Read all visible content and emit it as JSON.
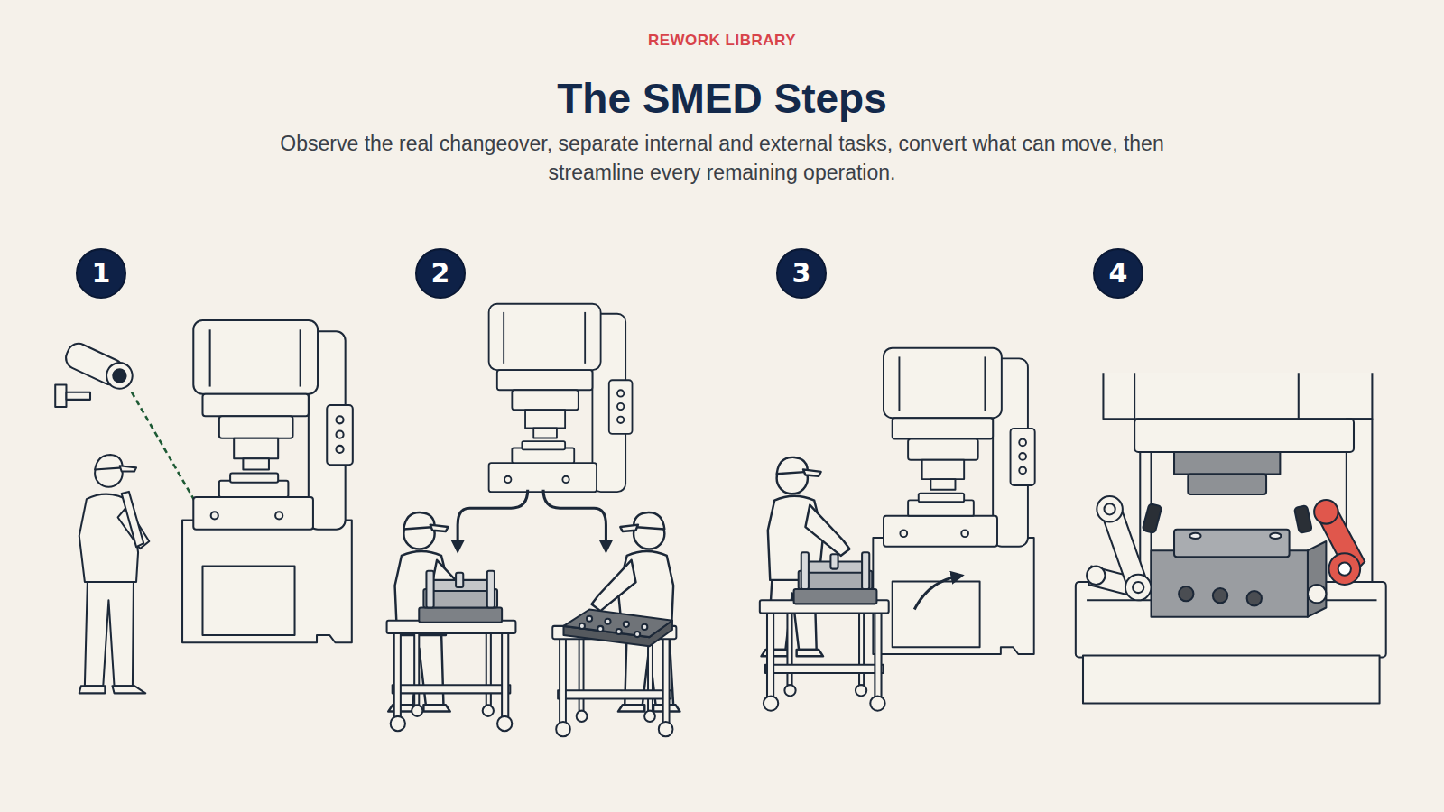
{
  "diagram": {
    "title": "The SMED Steps",
    "caption": "Observe the real changeover, separate internal and external tasks, convert what can move, then streamline every remaining operation.",
    "nodes": [
      {
        "text": [
          "1"
        ]
      },
      {
        "text": [
          "2"
        ]
      },
      {
        "text": [
          "3"
        ]
      },
      {
        "text": [
          "4"
        ]
      }
    ],
    "labels": [
      "REWORK LIBRARY"
    ]
  }
}
